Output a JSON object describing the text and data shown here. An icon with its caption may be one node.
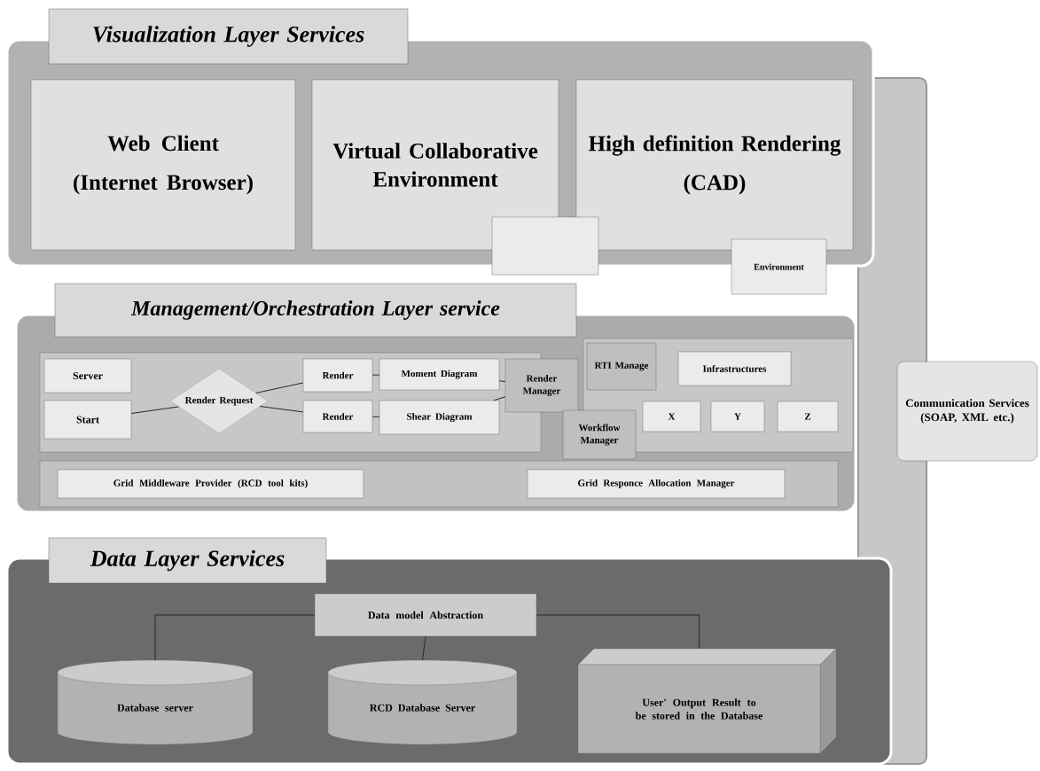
{
  "diagram": {
    "nodes": [
      {
        "text": [
          "Visualization Layer Services"
        ]
      },
      {
        "text": [
          "Web Client",
          "(Internet Browser)"
        ],
        "in": 0
      },
      {
        "text": [
          "Virtual Collaborative Environment"
        ],
        "in": 0
      },
      {
        "text": [
          "High definition Rendering",
          "(CAD)"
        ],
        "in": 0
      },
      {
        "text": [],
        "shape": "box"
      },
      {
        "text": [
          "Environment"
        ]
      },
      {
        "text": [
          "Management/Orchestration Layer service"
        ]
      },
      {
        "text": [
          "Server"
        ],
        "in": 6
      },
      {
        "text": [
          "Start"
        ],
        "in": 6
      },
      {
        "text": [
          "Render Request"
        ],
        "in": 6
      },
      {
        "text": [
          "Render"
        ],
        "in": 6
      },
      {
        "text": [
          "Moment Diagram"
        ],
        "in": 6
      },
      {
        "text": [
          "Render"
        ],
        "in": 6
      },
      {
        "text": [
          "Shear Diagram"
        ],
        "in": 6
      },
      {
        "text": [
          "Render Manager"
        ],
        "in": 6
      },
      {
        "text": [
          "RTI Manage"
        ],
        "in": 6
      },
      {
        "text": [
          "Infrastructures"
        ],
        "in": 6
      },
      {
        "text": [
          "Workflow Manager"
        ],
        "in": 6
      },
      {
        "text": [
          "X"
        ],
        "in": 6
      },
      {
        "text": [
          "Y"
        ],
        "in": 6
      },
      {
        "text": [
          "Z"
        ],
        "in": 6
      },
      {
        "text": [
          "Grid Middleware Provider (RCD tool kits)"
        ],
        "in": 6
      },
      {
        "text": [
          "Grid Responce Allocation Manager"
        ],
        "in": 6
      },
      {
        "text": [
          "Data Layer Services"
        ]
      },
      {
        "text": [
          "Data model Abstraction"
        ],
        "in": 23
      },
      {
        "text": [
          "Database server"
        ],
        "in": 23
      },
      {
        "text": [
          "RCD Database Server"
        ],
        "in": 23
      },
      {
        "text": [
          "User' Output Result to be stored in the Database"
        ],
        "in": 23
      },
      {
        "text": [
          "Communication Services (SOAP, XML etc.)"
        ]
      }
    ],
    "edges": [
      {
        "from": 8,
        "to": 9,
        "arrow": "none"
      },
      {
        "from": 9,
        "to": 10,
        "arrow": "none"
      },
      {
        "from": 9,
        "to": 12,
        "arrow": "none"
      },
      {
        "from": 10,
        "to": 11,
        "arrow": "none"
      },
      {
        "from": 12,
        "to": 13,
        "arrow": "none"
      },
      {
        "from": 11,
        "to": 14,
        "arrow": "none"
      },
      {
        "from": 13,
        "to": 14,
        "arrow": "none"
      },
      {
        "from": 24,
        "to": 25,
        "arrow": "none"
      },
      {
        "from": 24,
        "to": 26,
        "arrow": "none"
      },
      {
        "from": 24,
        "to": 27,
        "arrow": "none"
      }
    ]
  }
}
